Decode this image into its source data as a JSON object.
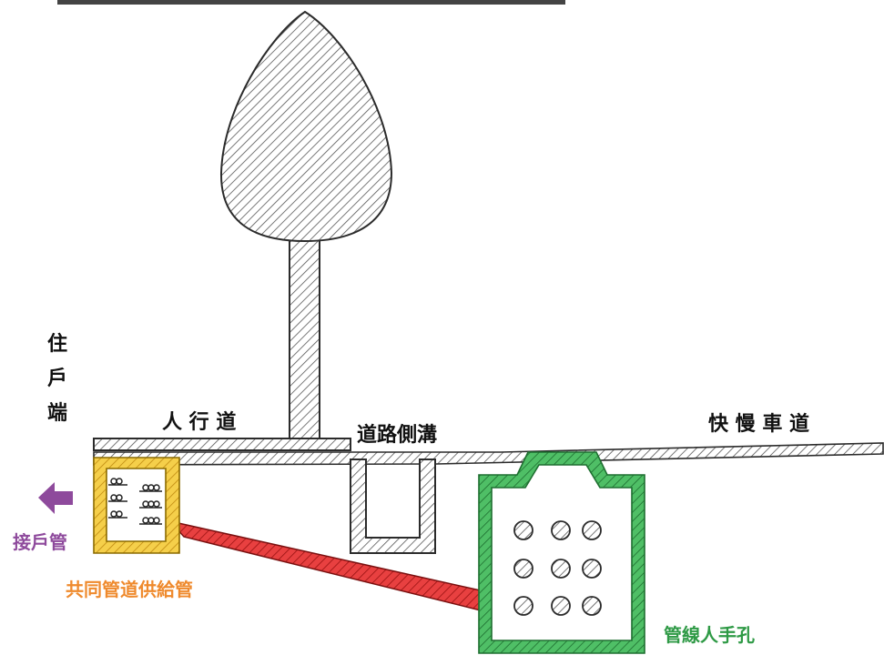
{
  "labels": {
    "resident_side": [
      "住",
      "戶",
      "端"
    ],
    "sidewalk": "人 行 道",
    "road_gutter": "道路側溝",
    "traffic_lane": "快 慢 車 道",
    "service_pipe": "接戶管",
    "utility_supply_pipe": "共同管道供給管",
    "manhole": "管線人手孔"
  },
  "colors": {
    "outline": "#2b2b2b",
    "hatch": "#555555",
    "service_pipe_arrow": "#8e4a9c",
    "supply_box": "#f2c230",
    "supply_pipe": "#e03a3a",
    "manhole": "#35a852",
    "top_bar": "#444444"
  },
  "icons": [
    "left-arrow-icon",
    "cable-coil-icon",
    "conduit-icon"
  ]
}
